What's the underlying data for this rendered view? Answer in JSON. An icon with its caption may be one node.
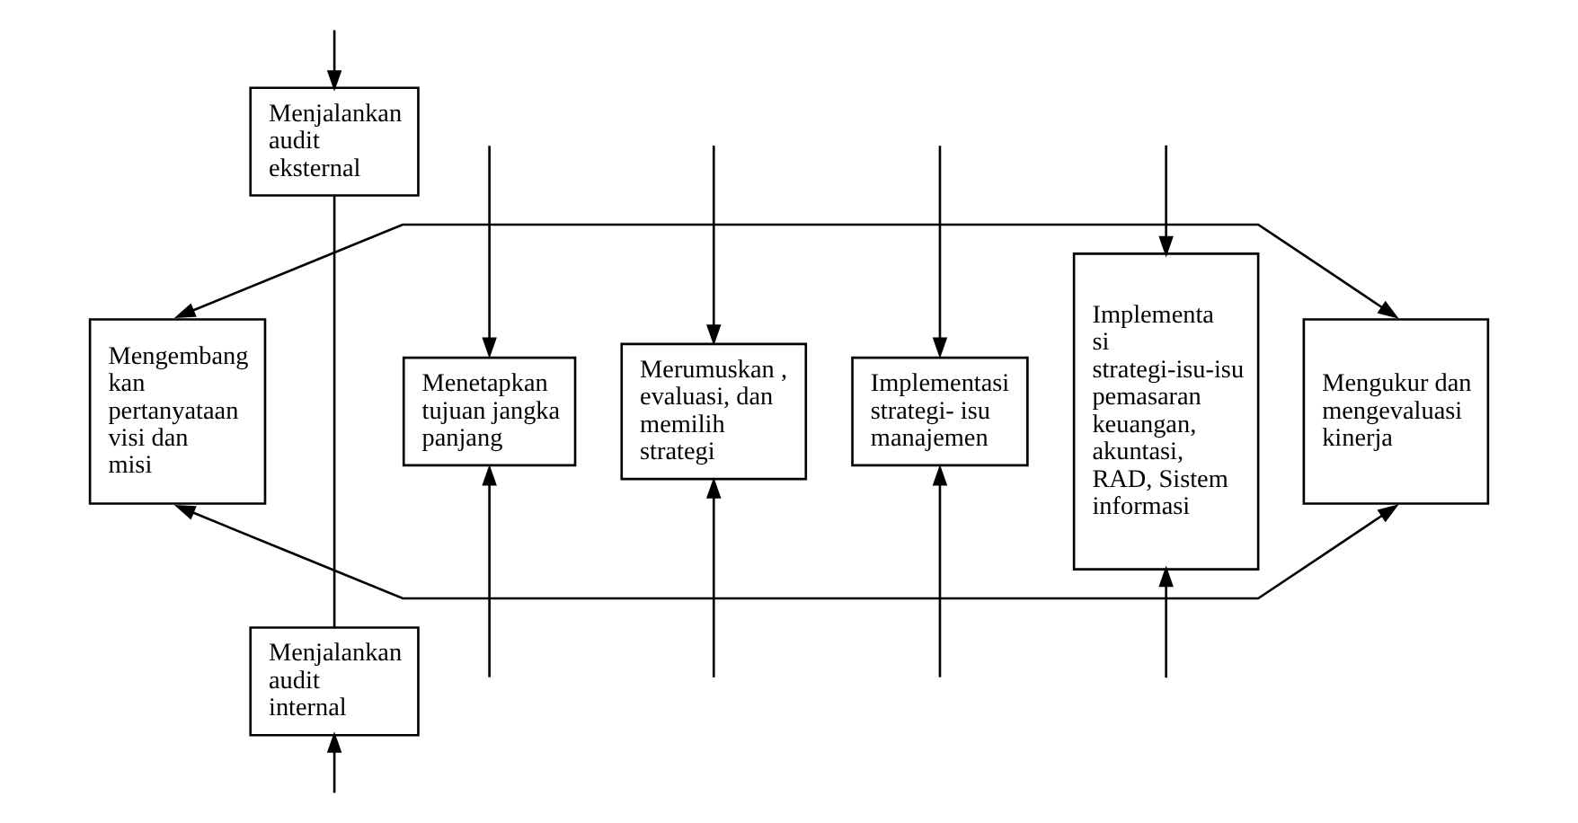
{
  "diagram": {
    "nodes": [
      {
        "text": [
          "Mengembang kan pertanyataan visi dan misi"
        ]
      },
      {
        "text": [
          "Menjalankan audit eksternal"
        ]
      },
      {
        "text": [
          "Menjalankan audit internal"
        ]
      },
      {
        "text": [
          "Menetapkan tujuan jangka panjang"
        ]
      },
      {
        "text": [
          "Merumuskan , evaluasi, dan memilih strategi"
        ]
      },
      {
        "text": [
          "Implementasi strategi- isu manajemen"
        ]
      },
      {
        "text": [
          "Implementa si strategi-isu-isu pemasaran keuangan, akuntasi, RAD, Sistem informasi"
        ]
      },
      {
        "text": [
          "Mengukur dan mengevaluasi kinerja"
        ]
      }
    ],
    "edges": [
      {
        "from": 0,
        "to": 7,
        "arrow": "both"
      },
      {
        "from": null,
        "to": 1,
        "arrow": "to"
      },
      {
        "from": null,
        "to": 3,
        "arrow": "to"
      },
      {
        "from": null,
        "to": 4,
        "arrow": "to"
      },
      {
        "from": null,
        "to": 5,
        "arrow": "to"
      },
      {
        "from": null,
        "to": 6,
        "arrow": "to"
      },
      {
        "from": 1,
        "to": 2,
        "arrow": "none"
      },
      {
        "from": null,
        "to": 2,
        "arrow": "to"
      },
      {
        "from": null,
        "to": 3,
        "arrow": "to"
      },
      {
        "from": null,
        "to": 4,
        "arrow": "to"
      },
      {
        "from": null,
        "to": 5,
        "arrow": "to"
      },
      {
        "from": null,
        "to": 6,
        "arrow": "to"
      },
      {
        "from": 0,
        "to": 7,
        "arrow": "both"
      }
    ]
  }
}
